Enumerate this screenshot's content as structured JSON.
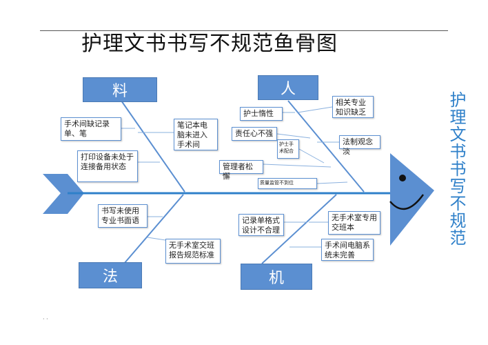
{
  "title": "护理文书书写不规范鱼骨图",
  "effect_label": "护理文书书写不规范",
  "footer_mark": "· ·",
  "categories": {
    "material": "料",
    "people": "人",
    "method": "法",
    "machine": "机"
  },
  "causes": {
    "material": [
      "手术间缺记录单、笔",
      "打印设备未处于连接备用状态",
      "笔记本电脑未进入手术间"
    ],
    "people": [
      "相关专业知识缺乏",
      "护士惰性",
      "责任心不强",
      "护士手术配合",
      "法制观念淡",
      "管理者松懈",
      "质量监管不到位"
    ],
    "method": [
      "书写未使用专业书面语",
      "无手术室交班报告规范标准"
    ],
    "machine": [
      "记录单格式设计不合理",
      "无手术室专用交班本",
      "手术间电脑系统未完善"
    ]
  },
  "colors": {
    "primary": "#5b8fd1",
    "spine": "#2f80c9",
    "effect_text": "#2f80c9"
  }
}
